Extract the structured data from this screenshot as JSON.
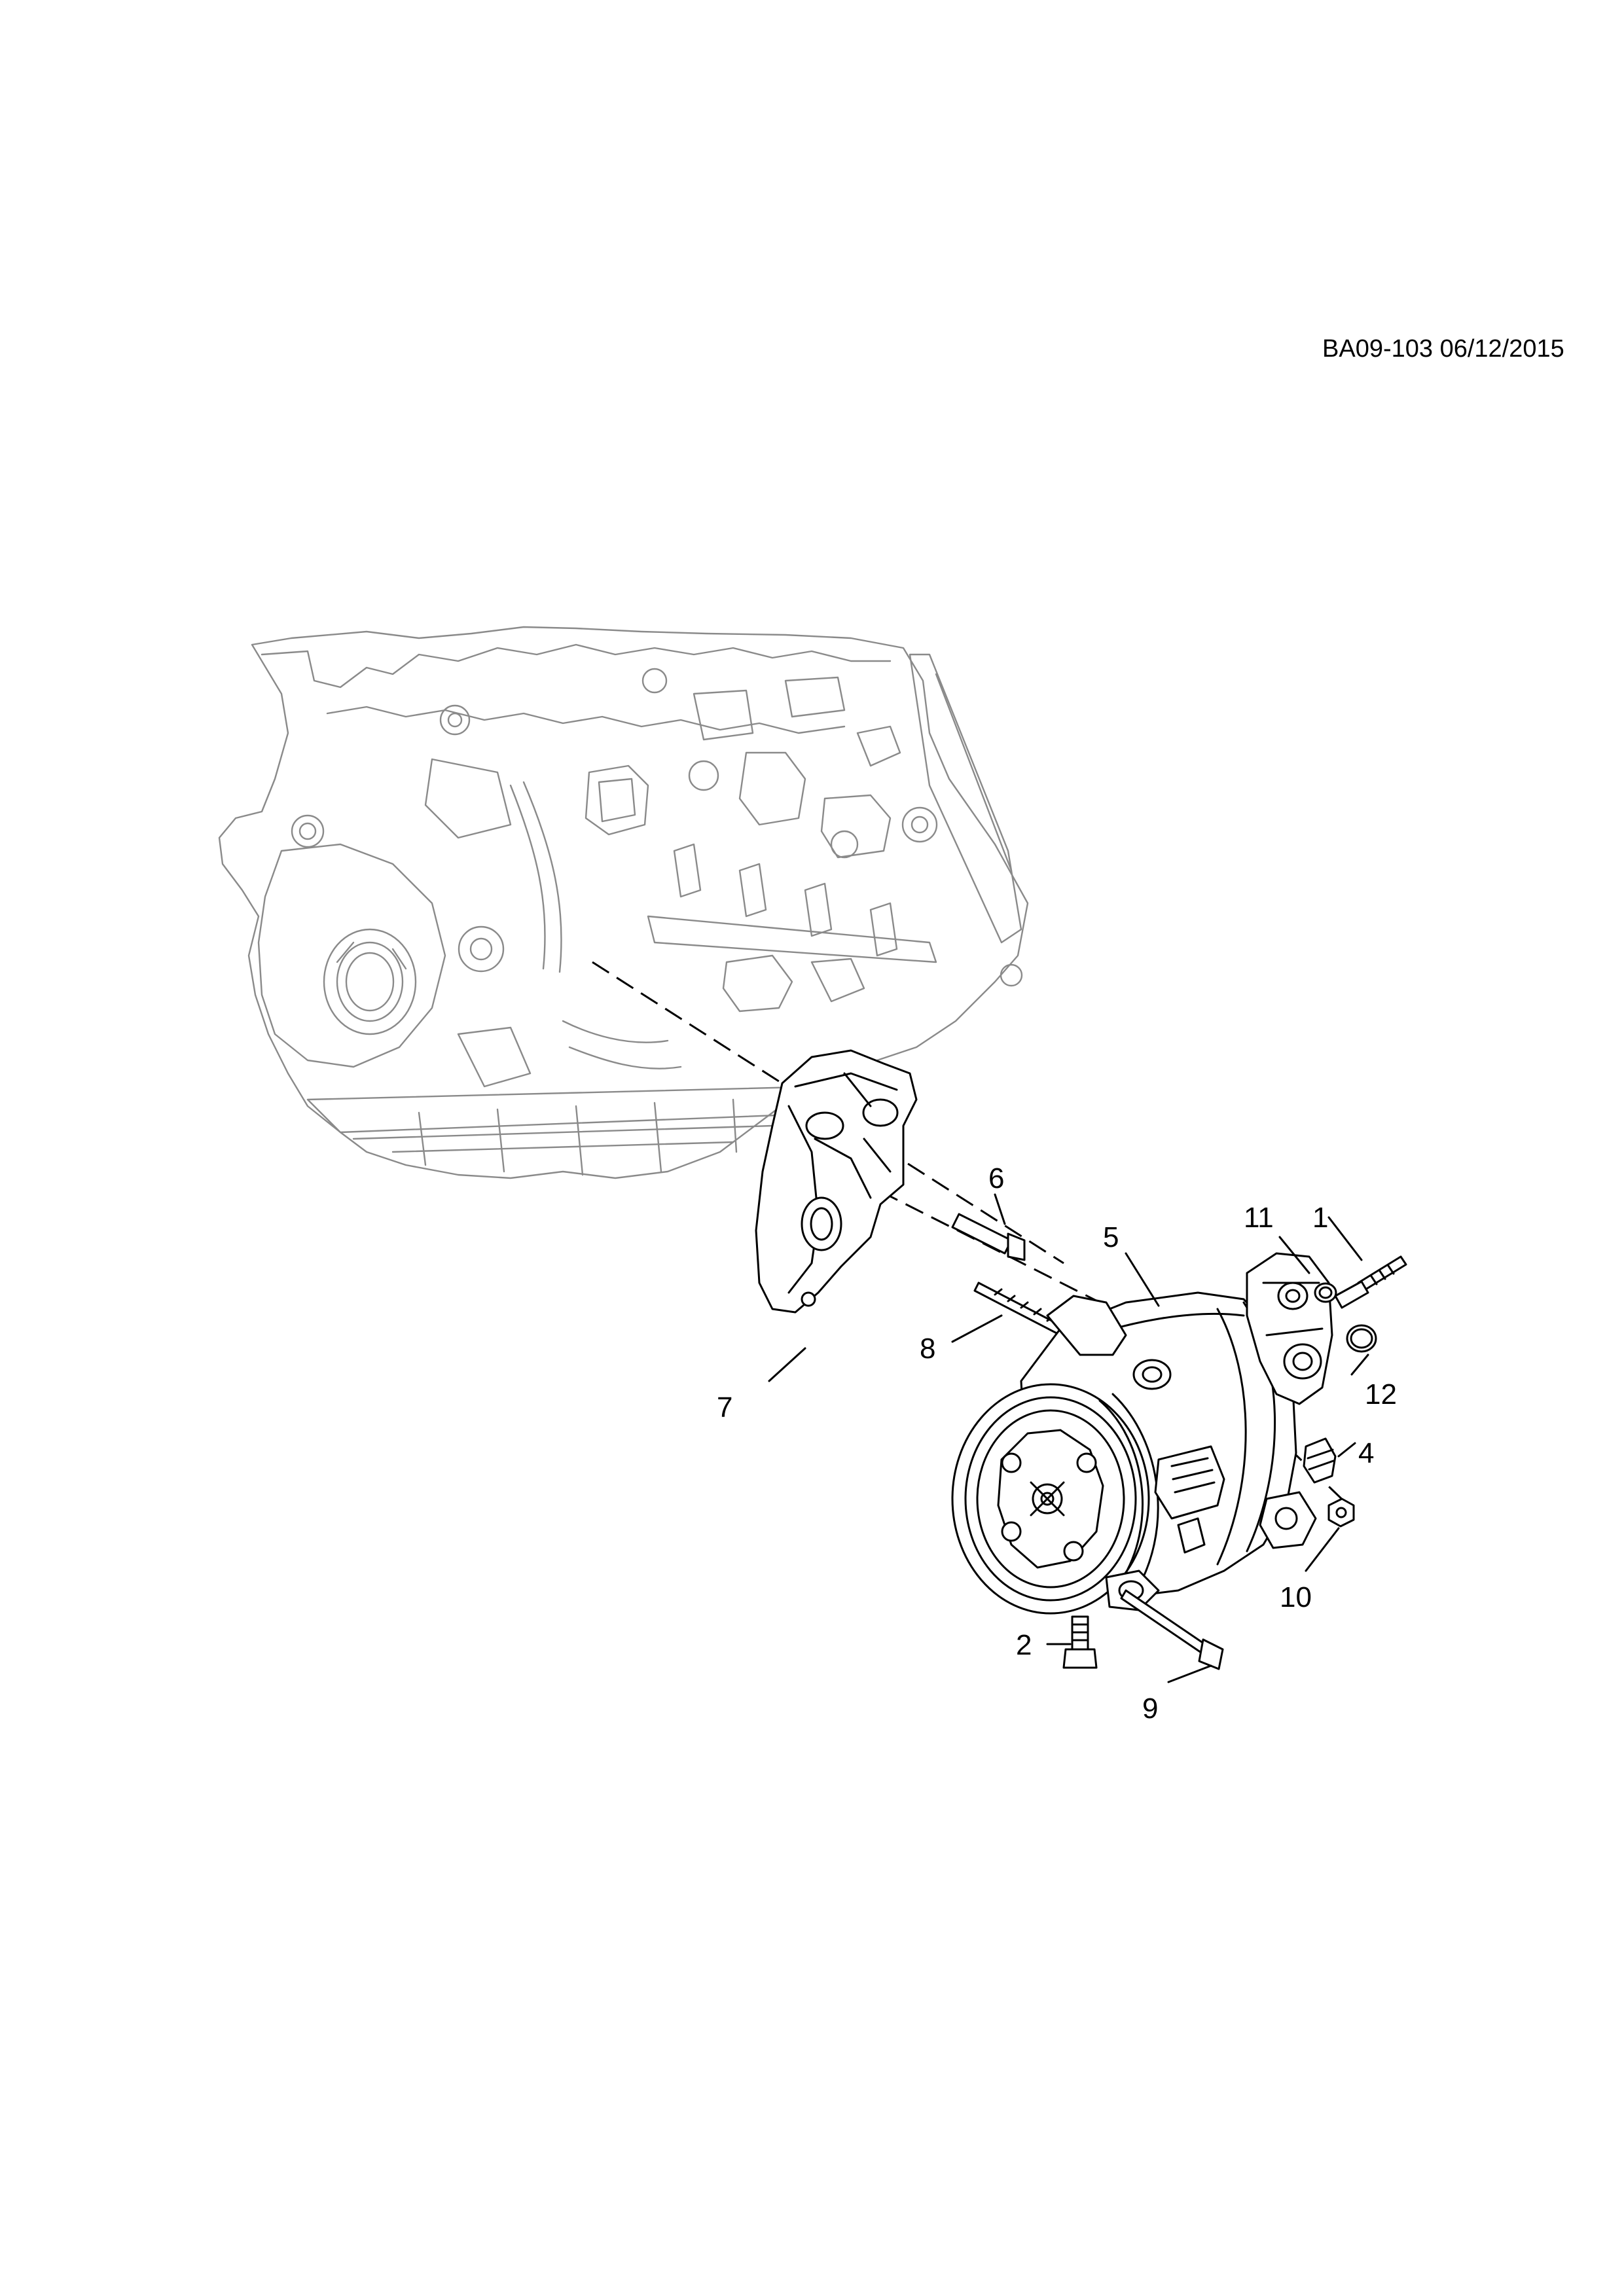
{
  "document": {
    "id_label": "BA09-103 06/12/2015"
  },
  "callouts": [
    {
      "label": "1"
    },
    {
      "label": "2"
    },
    {
      "label": "4"
    },
    {
      "label": "5"
    },
    {
      "label": "6"
    },
    {
      "label": "7"
    },
    {
      "label": "8"
    },
    {
      "label": "9"
    },
    {
      "label": "10"
    },
    {
      "label": "11"
    },
    {
      "label": "12"
    }
  ]
}
